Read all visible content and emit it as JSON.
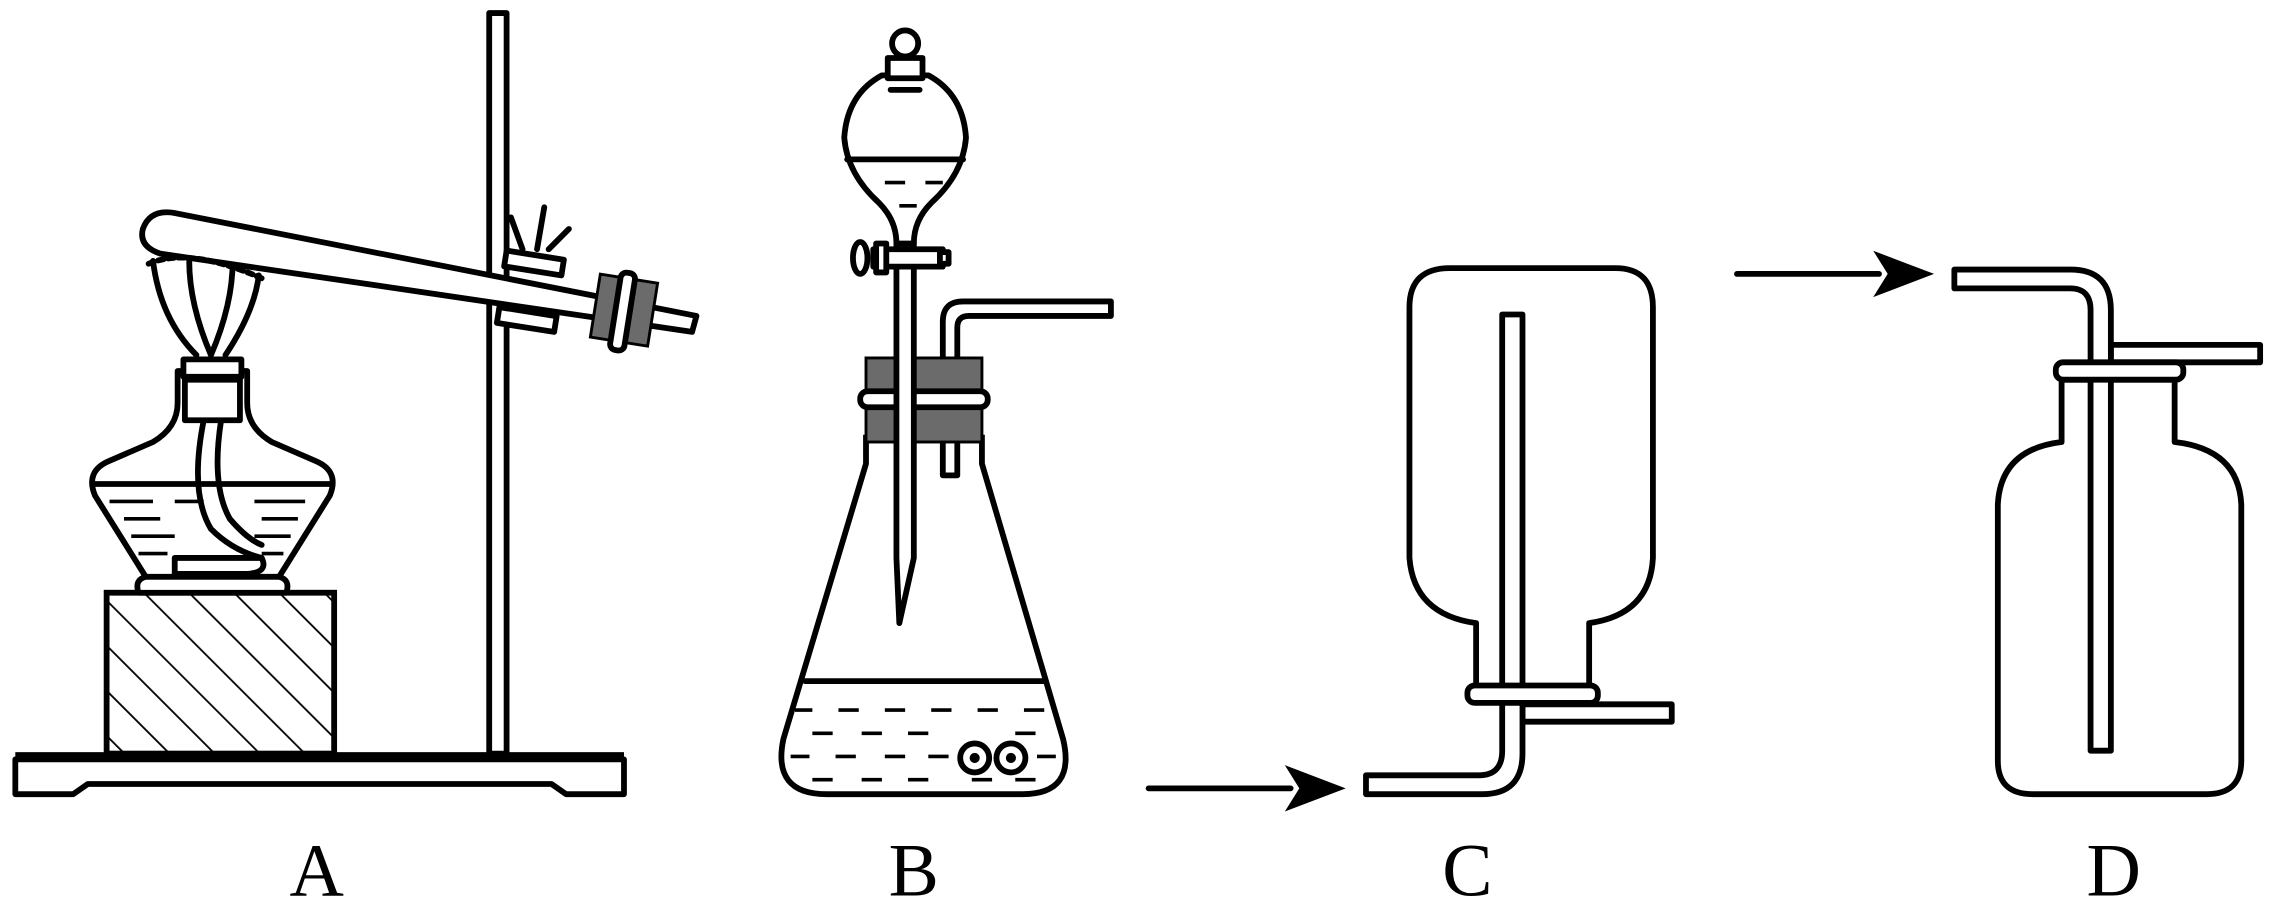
{
  "labels": {
    "a": "A",
    "b": "B",
    "c": "C",
    "d": "D"
  },
  "colors": {
    "stroke": "#000000",
    "stopper": "#6b6b6b",
    "background": "#ffffff"
  }
}
